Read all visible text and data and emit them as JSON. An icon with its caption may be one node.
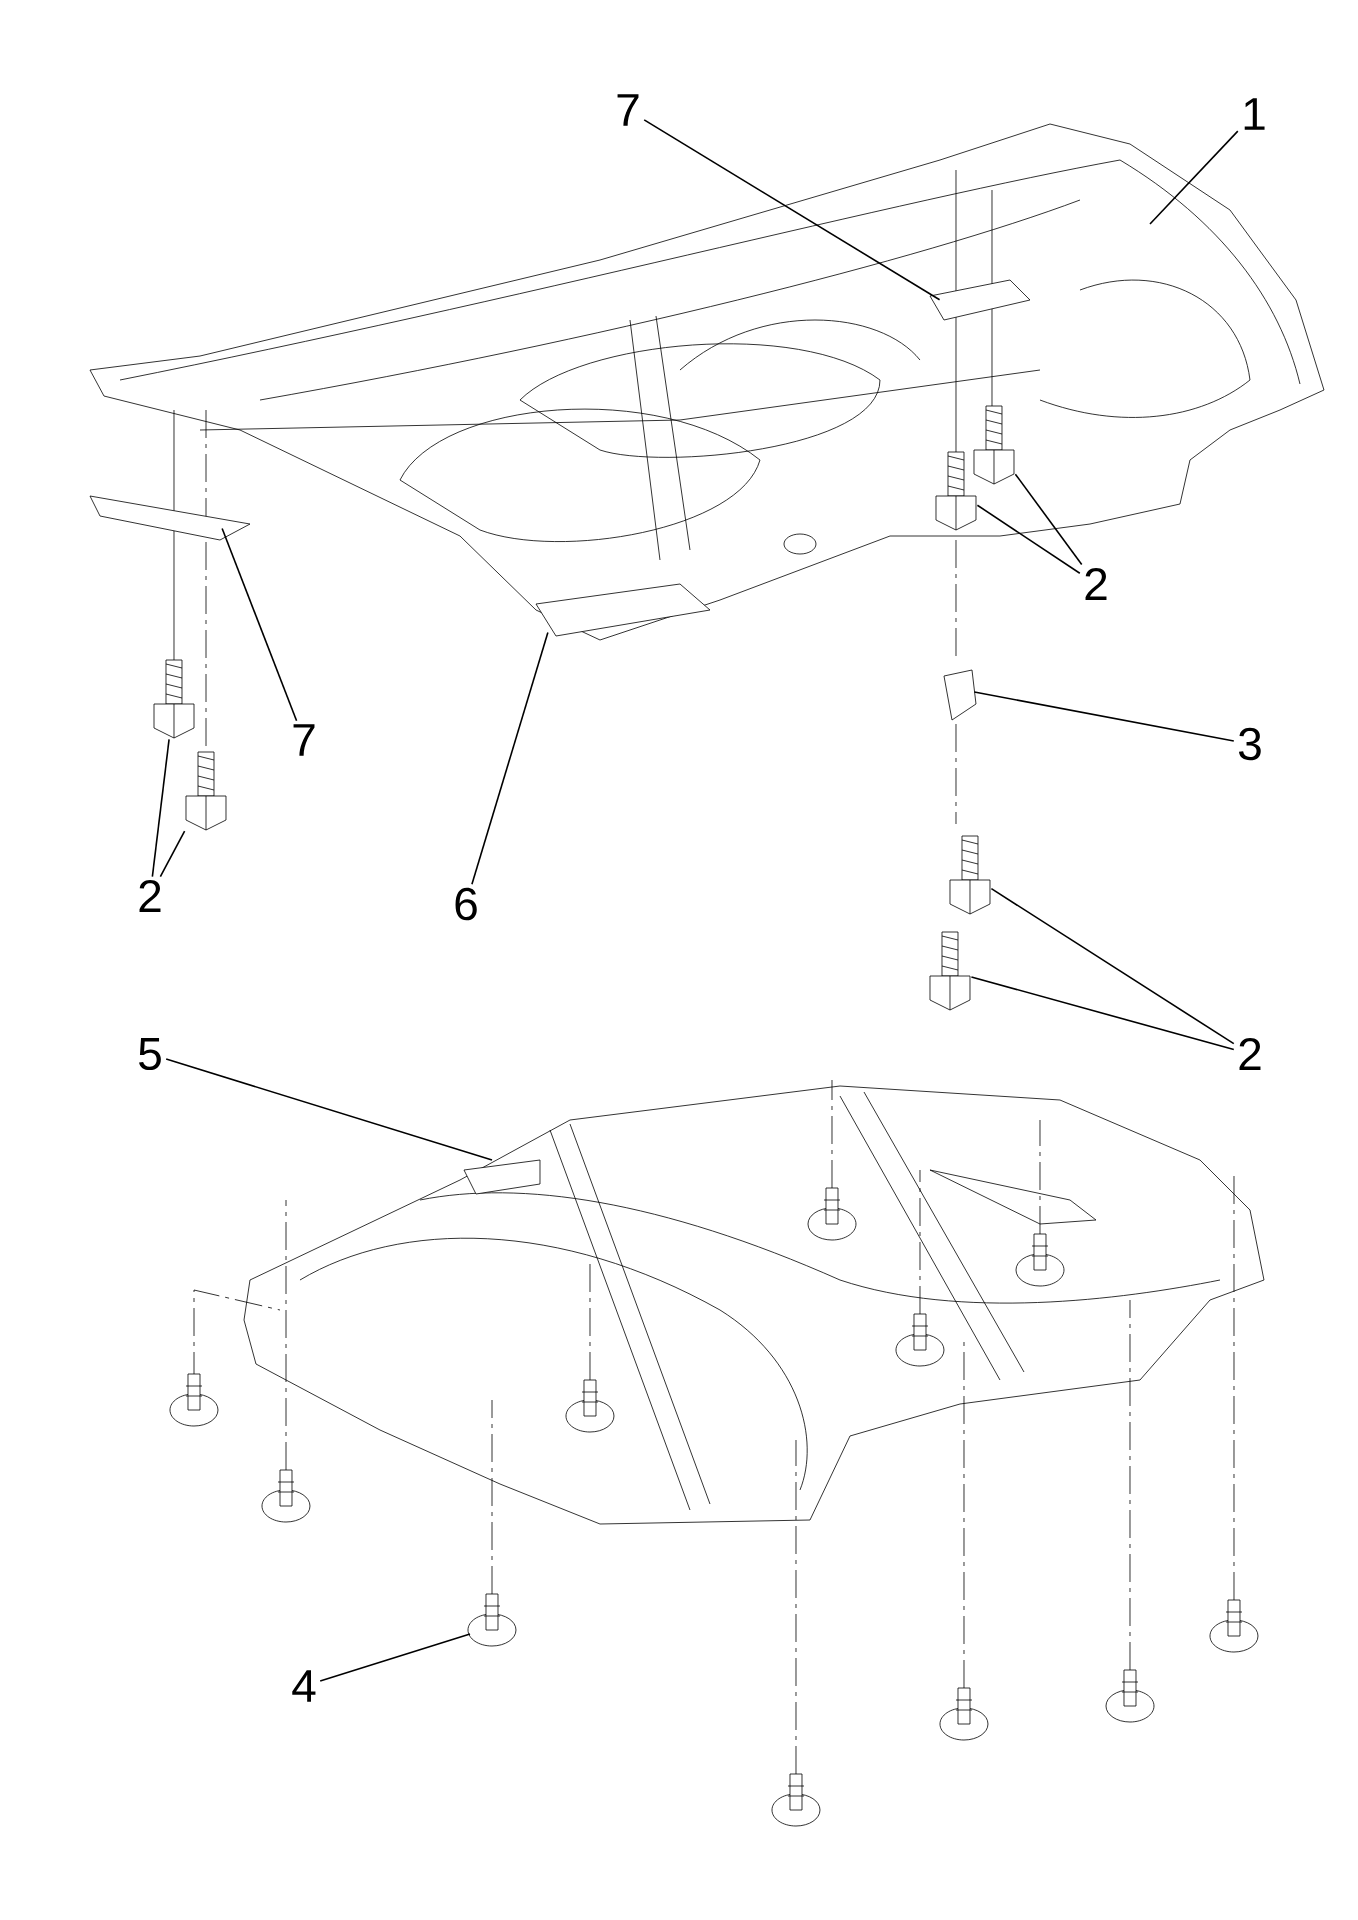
{
  "diagram": {
    "nodes": [
      {
        "text": [
          "7"
        ]
      },
      {
        "text": [
          "1"
        ]
      },
      {
        "text": [
          "2"
        ]
      },
      {
        "text": [
          "7"
        ]
      },
      {
        "text": [
          "3"
        ]
      },
      {
        "text": [
          "2"
        ]
      },
      {
        "text": [
          "6"
        ]
      },
      {
        "text": [
          "2"
        ]
      },
      {
        "text": [
          "5"
        ]
      },
      {
        "text": [
          "4"
        ]
      },
      {
        "text": [],
        "shape": "bolt"
      },
      {
        "text": [],
        "shape": "bolt"
      },
      {
        "text": [],
        "shape": "bolt"
      },
      {
        "text": [],
        "shape": "bolt"
      },
      {
        "text": [],
        "shape": "bolt"
      },
      {
        "text": [],
        "shape": "bolt"
      },
      {
        "text": [],
        "shape": "bracket"
      },
      {
        "text": [],
        "shape": "bracket"
      },
      {
        "text": [],
        "shape": "clip"
      },
      {
        "text": [],
        "shape": "strip"
      }
    ],
    "edges": [
      {
        "from": 0,
        "to": 16,
        "arrow": "none"
      },
      {
        "from": 1,
        "to": null,
        "arrow": "none"
      },
      {
        "from": 2,
        "to": 11,
        "arrow": "none"
      },
      {
        "from": 2,
        "to": 10,
        "arrow": "none"
      },
      {
        "from": 3,
        "to": 17,
        "arrow": "none"
      },
      {
        "from": 4,
        "to": 18,
        "arrow": "none"
      },
      {
        "from": 5,
        "to": 12,
        "arrow": "none"
      },
      {
        "from": 5,
        "to": 13,
        "arrow": "none"
      },
      {
        "from": 6,
        "to": 19,
        "arrow": "none"
      },
      {
        "from": 7,
        "to": 14,
        "arrow": "none"
      },
      {
        "from": 7,
        "to": 15,
        "arrow": "none"
      },
      {
        "from": 8,
        "to": null,
        "arrow": "none"
      },
      {
        "from": 9,
        "to": null,
        "arrow": "none"
      }
    ]
  }
}
